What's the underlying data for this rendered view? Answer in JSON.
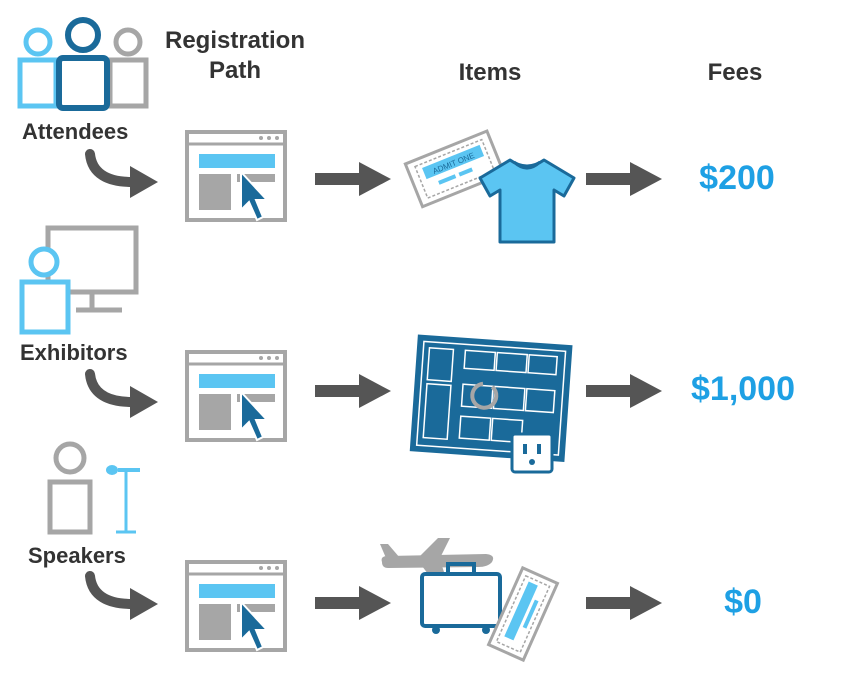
{
  "headers": {
    "registration_line1": "Registration",
    "registration_line2": "Path",
    "items": "Items",
    "fees": "Fees"
  },
  "rows": [
    {
      "label": "Attendees",
      "fee": "$200"
    },
    {
      "label": "Exhibitors",
      "fee": "$1,000"
    },
    {
      "label": "Speakers",
      "fee": "$0"
    }
  ],
  "ticket_text": "ADMIT ONE",
  "colors": {
    "light_blue": "#5bc5f2",
    "dark_blue": "#1a6a9a",
    "gray": "#a6a6a6",
    "arrow": "#555555",
    "fee": "#1ea0e4"
  }
}
